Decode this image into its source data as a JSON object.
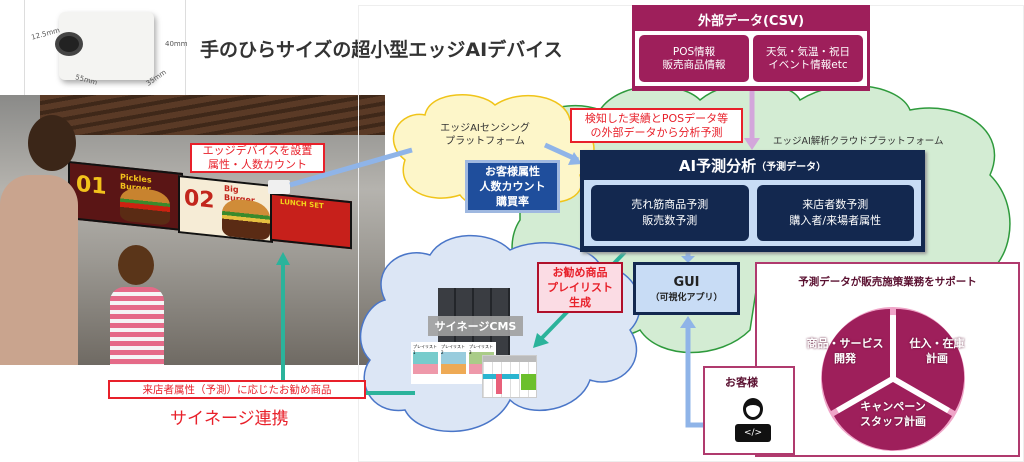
{
  "device": {
    "title": "手のひらサイズの超小型エッジAIデバイス",
    "dims": [
      "12.5mm",
      "40mm",
      "55mm",
      "35mm"
    ]
  },
  "scene": {
    "callout": [
      "エッジデバイスを設置",
      "属性・人数カウント"
    ],
    "signage": [
      "01",
      "Pickles Burger",
      "02",
      "Big Burger",
      "LUNCH SET"
    ]
  },
  "bottom": {
    "callout": "来店者属性（予測）に応じたお勧め商品",
    "label": "サイネージ連携"
  },
  "external": {
    "title": "外部データ(CSV)",
    "left": [
      "POS情報",
      "販売商品情報"
    ],
    "right": [
      "天気・気温・祝日",
      "イベント情報etc"
    ]
  },
  "sensing": {
    "label": [
      "エッジAIセンシング",
      "プラットフォーム"
    ],
    "box": [
      "お客様属性",
      "人数カウント",
      "購買率"
    ]
  },
  "analysis_callout": [
    "検知した実績とPOSデータ等",
    "の外部データから分析予測"
  ],
  "cloud_label": "エッジAI解析クラウドプラットフォーム",
  "ai": {
    "title": "AI予測分析",
    "subtitle": "（予測データ）",
    "left": [
      "売れ筋商品予測",
      "販売数予測"
    ],
    "right": [
      "来店者数予測",
      "購入者/来場者属性"
    ]
  },
  "recommend": [
    "お勧め商品",
    "プレイリスト",
    "生成"
  ],
  "gui": {
    "title": "GUI",
    "subtitle": "（可視化アプリ）"
  },
  "cms": {
    "label": "サイネージCMS",
    "playlists": [
      "プレイリスト1",
      "プレイリスト2",
      "プレイリスト3"
    ]
  },
  "customer": {
    "label": "お客様",
    "icon_text": "</>"
  },
  "support": {
    "title": "予測データが販売施策業務をサポート",
    "segments": [
      [
        "商品・サービス",
        "開発"
      ],
      [
        "仕入・在庫",
        "計画"
      ],
      [
        "キャンペーン",
        "スタッフ計画"
      ]
    ]
  },
  "colors": {
    "magenta": "#9e1f5b",
    "navy": "#13284f",
    "red": "#e8202a",
    "teal": "#2bb39b",
    "arrow_blue": "#8fb4e8"
  }
}
